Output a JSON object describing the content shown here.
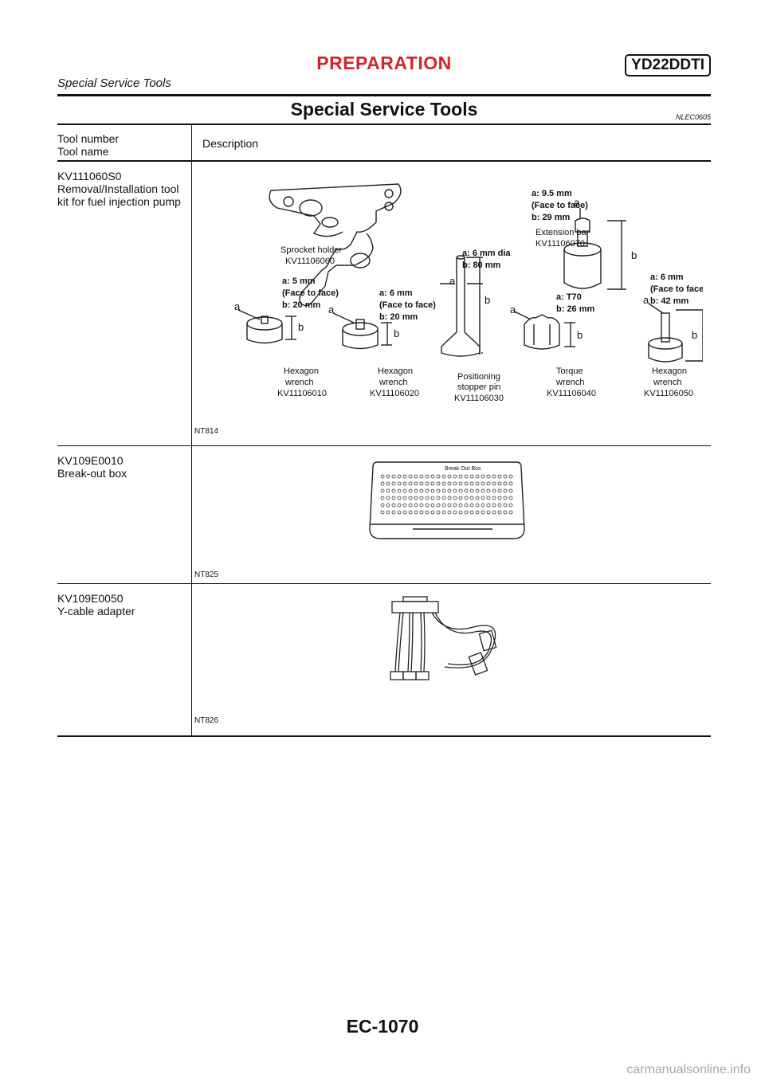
{
  "header": {
    "title": "PREPARATION",
    "badge": "YD22DDTI",
    "subtitle": "Special Service Tools"
  },
  "section": {
    "title": "Special Service Tools",
    "code": "NLEC0605"
  },
  "table": {
    "col_left_header": [
      "Tool number",
      "Tool name"
    ],
    "col_right_header": "Description",
    "rows": [
      {
        "tool_number": "KV111060S0",
        "tool_name": "Removal/Installation tool kit for fuel injection pump",
        "figure_code": "NT814",
        "figure": {
          "sprocket": {
            "name": "Sprocket holder",
            "number": "KV11106060"
          },
          "extension": {
            "spec": [
              "a: 9.5 mm",
              "(Face to face)",
              "b: 29 mm"
            ],
            "name": "Extension bar",
            "number": "KV11106070"
          },
          "pin": {
            "spec": [
              "a: 6 mm dia",
              "b: 80 mm"
            ],
            "name": [
              "Positioning",
              "stopper pin"
            ],
            "number": "KV11106030"
          },
          "hex1": {
            "spec": [
              "a: 5 mm",
              "(Face to face)",
              "b: 20 mm"
            ],
            "name": [
              "Hexagon",
              "wrench"
            ],
            "number": "KV11106010"
          },
          "hex2": {
            "spec": [
              "a: 6 mm",
              "(Face to face)",
              "b: 20 mm"
            ],
            "name": [
              "Hexagon",
              "wrench"
            ],
            "number": "KV11106020"
          },
          "torque": {
            "spec": [
              "a: T70",
              "b: 26 mm"
            ],
            "name": [
              "Torque",
              "wrench"
            ],
            "number": "KV11106040"
          },
          "hex3": {
            "spec": [
              "a: 6 mm",
              "(Face to face)",
              "b: 42 mm"
            ],
            "name": [
              "Hexagon",
              "wrench"
            ],
            "number": "KV11106050"
          },
          "dim_a": "a",
          "dim_b": "b"
        }
      },
      {
        "tool_number": "KV109E0010",
        "tool_name": "Break-out box",
        "figure_code": "NT825",
        "figure": {
          "label": "Break Out Box"
        }
      },
      {
        "tool_number": "KV109E0050",
        "tool_name": "Y-cable adapter",
        "figure_code": "NT826"
      }
    ]
  },
  "footer": {
    "page": "EC-1070"
  },
  "watermark": "carmanualsonline.info"
}
